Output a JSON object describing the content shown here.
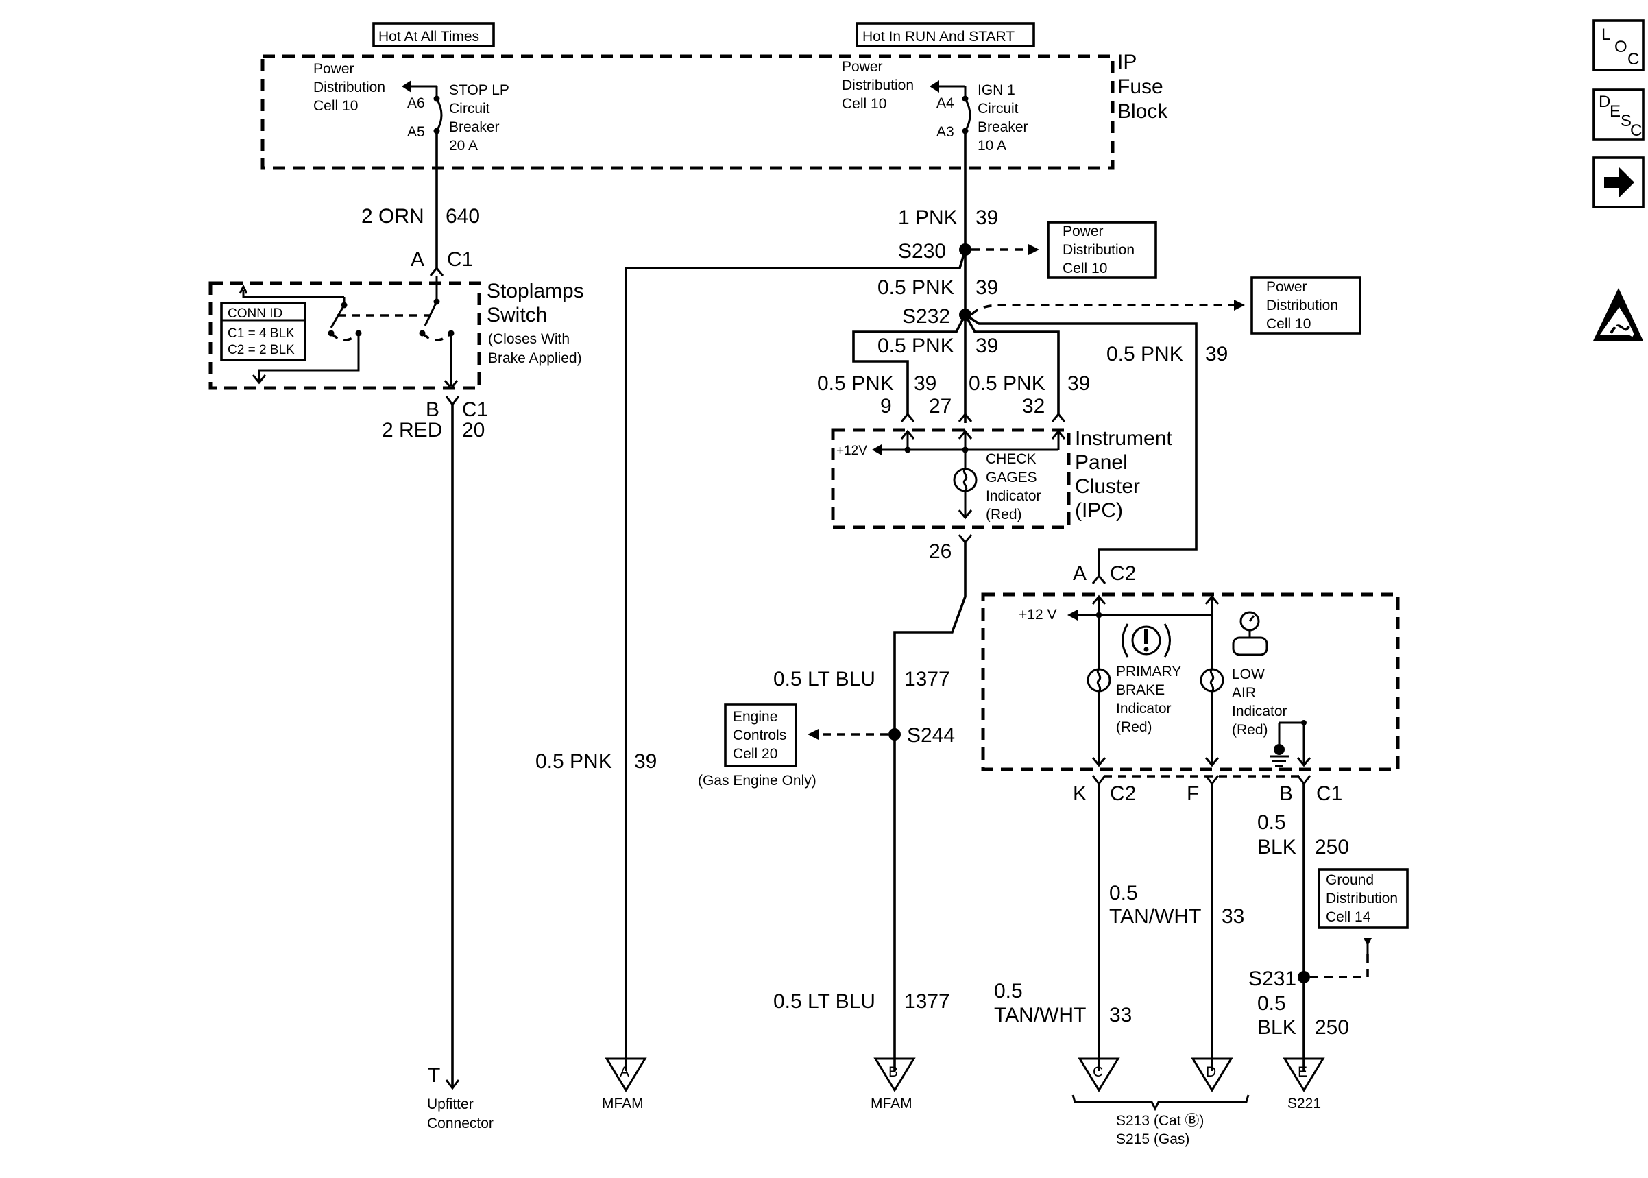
{
  "power": {
    "hot_at_all_times": "Hot At All Times",
    "hot_in_run_start": "Hot In RUN And START",
    "fuse_block": [
      "IP",
      "Fuse",
      "Block"
    ],
    "stop_lp": [
      "STOP LP",
      "Circuit",
      "Breaker",
      "20 A"
    ],
    "ign1": [
      "IGN 1",
      "Circuit",
      "Breaker",
      "10 A"
    ],
    "power_dist_cell10": [
      "Power",
      "Distribution",
      "Cell 10"
    ],
    "pins": {
      "a6": "A6",
      "a5": "A5",
      "a4": "A4",
      "a3": "A3"
    }
  },
  "wires": {
    "orn_gauge": "2 ORN",
    "orn_circuit": "640",
    "pnk1_gauge": "1 PNK",
    "pnk_circuit": "39",
    "pnk05": "0.5 PNK",
    "red_gauge": "2 RED",
    "red_circuit": "20",
    "ltblu_gauge": "0.5 LT BLU",
    "ltblu_circuit": "1377",
    "tanwht_top": "0.5",
    "tanwht_bottom": "TAN/WHT",
    "tanwht_circuit": "33",
    "blk_top": "0.5",
    "blk_bottom": "BLK",
    "blk_circuit": "250"
  },
  "splices": {
    "s230": "S230",
    "s232": "S232",
    "s244": "S244",
    "s231": "S231"
  },
  "stoplamps": {
    "title": [
      "Stoplamps",
      "Switch"
    ],
    "subtitle": [
      "(Closes With",
      "Brake Applied)"
    ],
    "conn_id": [
      "CONN ID",
      "C1 = 4 BLK",
      "C2 = 2 BLK"
    ],
    "conn_a": "A",
    "conn_b": "B",
    "c1": "C1"
  },
  "ipc": {
    "title": [
      "Instrument",
      "Panel",
      "Cluster",
      "(IPC)"
    ],
    "plus12": "+12V",
    "check_gages": [
      "CHECK",
      "GAGES",
      "Indicator",
      "(Red)"
    ],
    "pins": {
      "p9": "9",
      "p27": "27",
      "p32": "32",
      "p26": "26"
    }
  },
  "brake_module": {
    "plus12": "+12 V",
    "primary_brake": [
      "PRIMARY",
      "BRAKE",
      "Indicator",
      "(Red)"
    ],
    "low_air": [
      "LOW",
      "AIR",
      "Indicator",
      "(Red)"
    ],
    "conn_a": "A",
    "c2": "C2",
    "conn_k": "K",
    "conn_f": "F",
    "conn_b": "B",
    "c1": "C1"
  },
  "refs": {
    "engine_controls": [
      "Engine",
      "Controls",
      "Cell 20"
    ],
    "gas_only": "(Gas Engine Only)",
    "ground_dist": [
      "Ground",
      "Distribution",
      "Cell 14"
    ]
  },
  "terminals": {
    "t": "T",
    "upfitter": [
      "Upfitter",
      "Connector"
    ],
    "a": "A",
    "b": "B",
    "c": "C",
    "d": "D",
    "e": "E",
    "mfam": "MFAM",
    "s221": "S221",
    "s213": "S213 (Cat Ⓑ)",
    "s215": "S215 (Gas)"
  },
  "sidebar": {
    "loc": [
      "L",
      "O",
      "C"
    ],
    "desc": [
      "D",
      "E",
      "S",
      "C"
    ],
    "next_icon": "arrow-right-icon",
    "esd_icon": "esd-warning-icon"
  }
}
